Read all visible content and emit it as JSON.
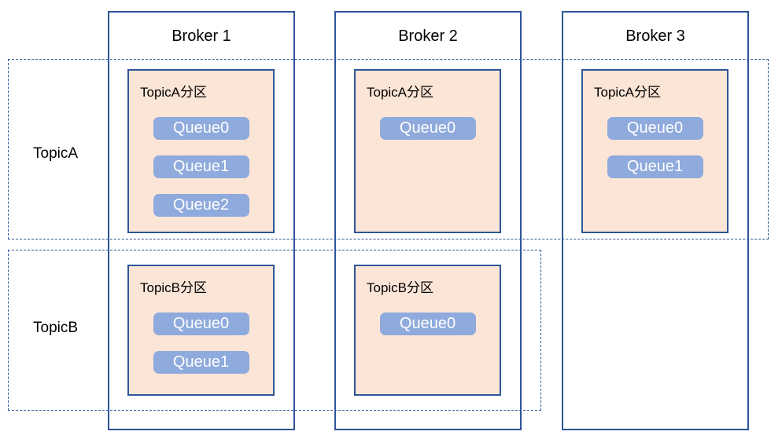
{
  "diagram": {
    "colors": {
      "background": "#ffffff",
      "line": "#2e5597",
      "partition_fill": "#fbe5d6",
      "queue_fill": "#8faadc",
      "queue_text": "#ffffff",
      "label_text": "#000000"
    }
  },
  "brokers": [
    {
      "label": "Broker 1"
    },
    {
      "label": "Broker 2"
    },
    {
      "label": "Broker 3"
    }
  ],
  "topic_rows": [
    {
      "label": "TopicA"
    },
    {
      "label": "TopicB"
    }
  ],
  "partitions": [
    {
      "broker": 0,
      "topic_row": 0,
      "label": "TopicA分区",
      "queues": [
        "Queue0",
        "Queue1",
        "Queue2"
      ]
    },
    {
      "broker": 1,
      "topic_row": 0,
      "label": "TopicA分区",
      "queues": [
        "Queue0"
      ]
    },
    {
      "broker": 2,
      "topic_row": 0,
      "label": "TopicA分区",
      "queues": [
        "Queue0",
        "Queue1"
      ]
    },
    {
      "broker": 0,
      "topic_row": 1,
      "label": "TopicB分区",
      "queues": [
        "Queue0",
        "Queue1"
      ]
    },
    {
      "broker": 1,
      "topic_row": 1,
      "label": "TopicB分区",
      "queues": [
        "Queue0"
      ]
    }
  ]
}
